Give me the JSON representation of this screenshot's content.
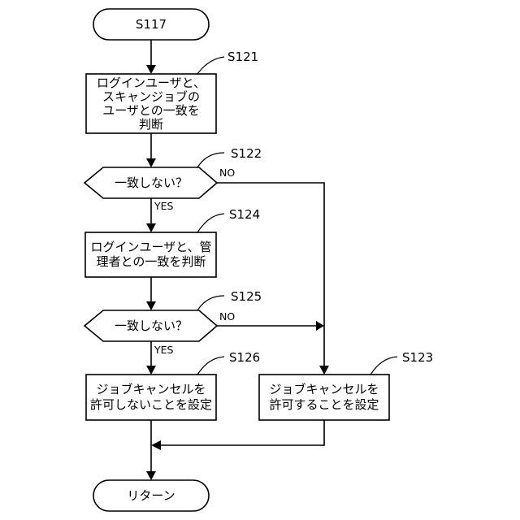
{
  "start": {
    "label": "S117"
  },
  "s121": {
    "step": "S121",
    "lines": [
      "ログインユーザと、",
      "スキャンジョブの",
      "ユーザとの一致を",
      "判断"
    ]
  },
  "s122": {
    "step": "S122",
    "text": "一致しない？",
    "yes": "YES",
    "no": "NO"
  },
  "s124": {
    "step": "S124",
    "lines": [
      "ログインユーザと、管",
      "理者との一致を判断"
    ]
  },
  "s125": {
    "step": "S125",
    "text": "一致しない？",
    "yes": "YES",
    "no": "NO"
  },
  "s126": {
    "step": "S126",
    "lines": [
      "ジョブキャンセルを",
      "許可しないことを設定"
    ]
  },
  "s123": {
    "step": "S123",
    "lines": [
      "ジョブキャンセルを",
      "許可することを設定"
    ]
  },
  "end": {
    "label": "リターン"
  }
}
